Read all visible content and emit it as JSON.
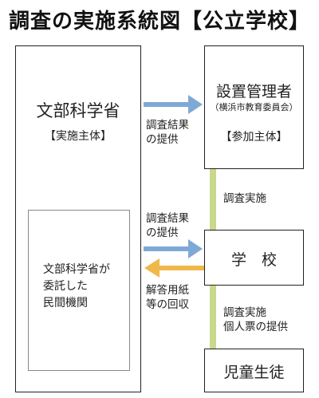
{
  "title": "調査の実施系統図【公立学校】",
  "nodes": {
    "mext": {
      "name": "文部科学省",
      "role": "【実施主体】"
    },
    "admin": {
      "name": "設置管理者",
      "sub": "（横浜市教育委員会）",
      "role": "【参加主体】"
    },
    "school": {
      "name": "学　校"
    },
    "students": {
      "name": "児童生徒"
    },
    "contractor": {
      "lines": [
        "文部科学省が",
        "委託した",
        "民間機関"
      ]
    }
  },
  "edges": {
    "admin_to_mext": [
      "調査結果",
      "の提供"
    ],
    "admin_to_school": "調査実施",
    "school_to_mext": [
      "調査結果",
      "の提供"
    ],
    "contractor_to_school": [
      "解答用紙",
      "等の回収"
    ],
    "school_to_students": [
      "調査実施",
      "個人票の提供"
    ]
  },
  "colors": {
    "blue_arrow": "#7ea9d6",
    "orange_arrow": "#f0b84a",
    "green_line": "#c8d88c"
  }
}
